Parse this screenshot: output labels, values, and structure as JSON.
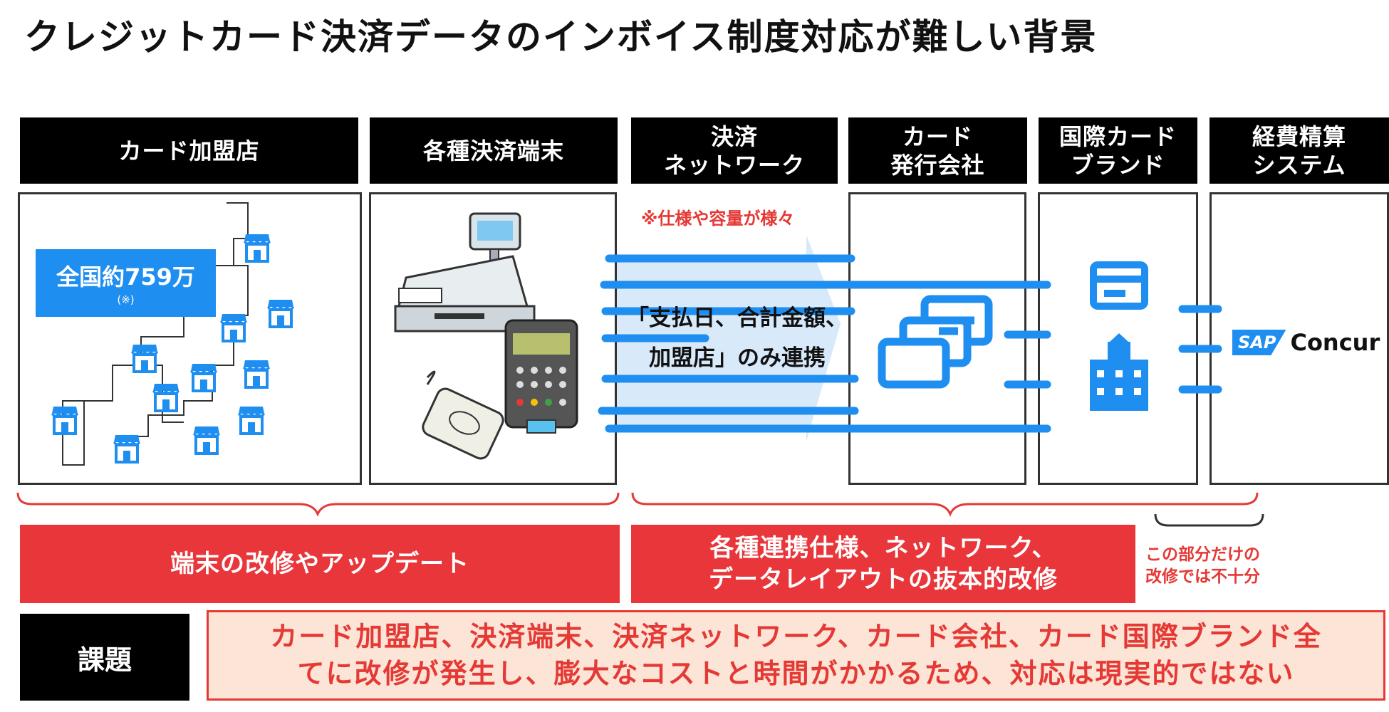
{
  "title": "クレジットカード決済データのインボイス制度対応が難しい背景",
  "headers": {
    "merchant": "カード加盟店",
    "terminal": "各種決済端末",
    "network_line1": "決済",
    "network_line2": "ネットワーク",
    "issuer_line1": "カード",
    "issuer_line2": "発行会社",
    "brand_line1": "国際カード",
    "brand_line2": "ブランド",
    "expense_line1": "経費精算",
    "expense_line2": "システム"
  },
  "merchant_count": {
    "value": "全国約759万",
    "note": "(※)"
  },
  "network_note": "※仕様や容量が様々",
  "flow_text": {
    "line1": "「支払日、合計金額、",
    "line2": "加盟店」のみ連携"
  },
  "concur": {
    "sap": "SAP",
    "name": "Concur"
  },
  "red_boxes": {
    "left": "端末の改修やアップデート",
    "mid_line1": "各種連携仕様、ネットワーク、",
    "mid_line2": "データレイアウトの抜本的改修"
  },
  "side_note": {
    "line1": "この部分だけの",
    "line2": "改修では不十分"
  },
  "issue": {
    "label": "課題",
    "line1": "カード加盟店、決済端末、決済ネットワーク、カード会社、カード国際ブランド全",
    "line2": "てに改修が発生し、膨大なコストと時間がかかるため、対応は現実的ではない"
  },
  "colors": {
    "accent_blue": "#1f8ef1",
    "accent_red": "#e8363b",
    "issue_bg": "#fce4d6"
  },
  "icons": [
    "store-icon",
    "cash-register-icon",
    "card-terminal-icon",
    "card-reader-icon",
    "credit-cards-icon",
    "credit-card-icon",
    "building-icon",
    "sap-logo"
  ]
}
